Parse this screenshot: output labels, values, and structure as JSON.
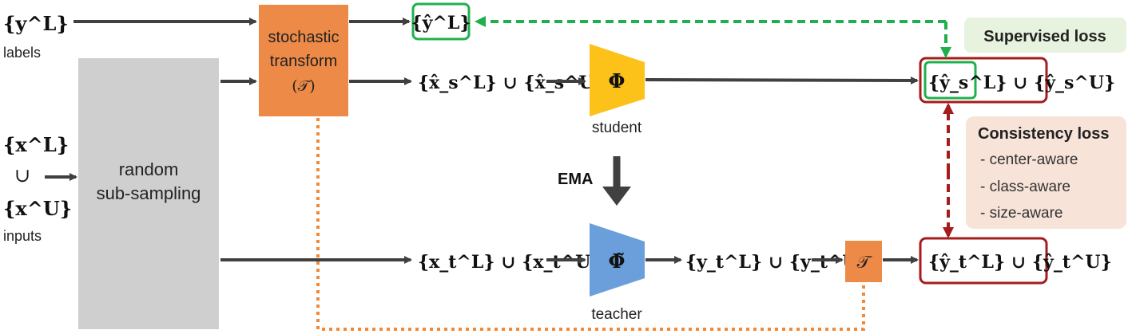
{
  "labels": {
    "y_labels_set": "{y^L}",
    "labels_caption": "labels",
    "x_L_set": "{x^L}",
    "union_symbol": "∪",
    "x_U_set": "{x^U}",
    "inputs_caption": "inputs"
  },
  "subsampling_box": {
    "line1": "random",
    "line2": "sub-sampling"
  },
  "transform_box": {
    "line1": "stochastic",
    "line2": "transform",
    "line3": "(𝒯)"
  },
  "transform_small": "𝒯",
  "student": {
    "symbol": "Φ",
    "caption": "student",
    "input_expr": "{x̂_s^L} ∪ {x̂_s^U}",
    "output_expr": "{ŷ_s^L} ∪ {ŷ_s^U}"
  },
  "teacher": {
    "symbol": "Φ̃",
    "caption": "teacher",
    "input_expr": "{x_t^L} ∪ {x_t^U}",
    "output_expr": "{y_t^L} ∪ {y_t^U}",
    "final_expr": "{ŷ_t^L} ∪ {ŷ_t^U}"
  },
  "y_hat_L": "{ŷ^L}",
  "ema_label": "EMA",
  "supervised_loss": "Supervised loss",
  "consistency": {
    "title": "Consistency loss",
    "items": [
      "- center-aware",
      "- class-aware",
      "- size-aware"
    ]
  },
  "colors": {
    "arrow": "#404040",
    "transform_fill": "#ee8a48",
    "subsample_fill": "#d0cfcf",
    "student_fill": "#fcc21a",
    "teacher_fill": "#6a9fdb",
    "green": "#1fb04c",
    "dark_red": "#a51c1c",
    "orange_dotted": "#ef8a3a",
    "supervised_bg": "#e7f3de",
    "consistency_bg": "#f7e3d8"
  }
}
